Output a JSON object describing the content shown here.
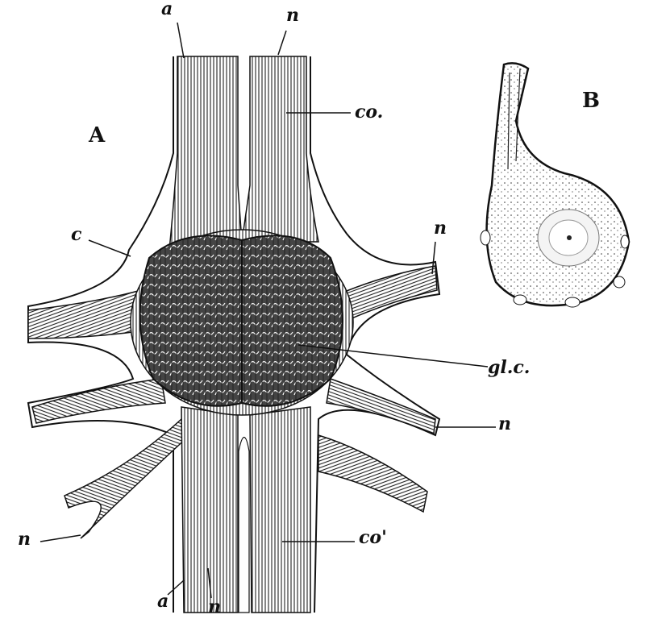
{
  "figure_labels": {
    "panel_a": "A",
    "panel_b": "B",
    "a_top": "a",
    "n_top": "n",
    "co": "co.",
    "c": "c",
    "n_right_upper": "n",
    "glc": "gl.c.",
    "n_right_lower": "n",
    "n_left_lower": "n",
    "co_prime": "co'",
    "a_bottom": "a",
    "n_bottom": "n"
  },
  "colors": {
    "ink": "#111111",
    "paper": "#ffffff"
  }
}
